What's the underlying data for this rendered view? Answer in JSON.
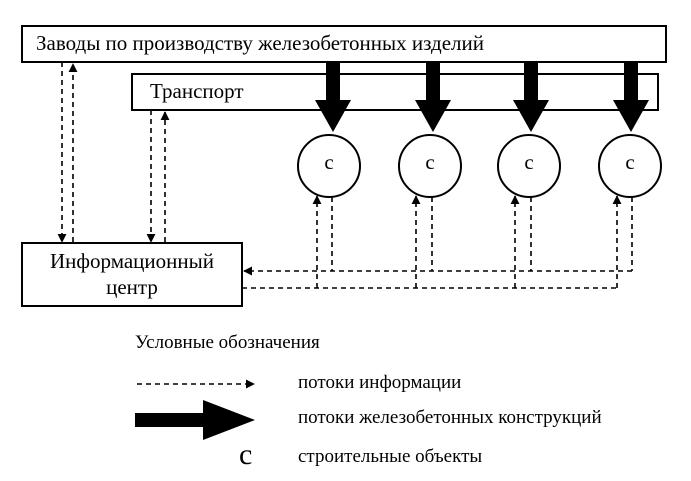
{
  "nodes": {
    "factories": "Заводы по производству железобетонных изделий",
    "transport": "Транспорт",
    "info_center_line1": "Информационный",
    "info_center_line2": "центр",
    "site_label": "с"
  },
  "legend": {
    "title": "Условные обозначения",
    "info_flows": "потоки информации",
    "concrete_flows": "потоки железобетонных конструкций",
    "site_symbol": "с",
    "sites": "строительные объекты"
  },
  "colors": {
    "ink": "#000000",
    "background": "#ffffff"
  }
}
